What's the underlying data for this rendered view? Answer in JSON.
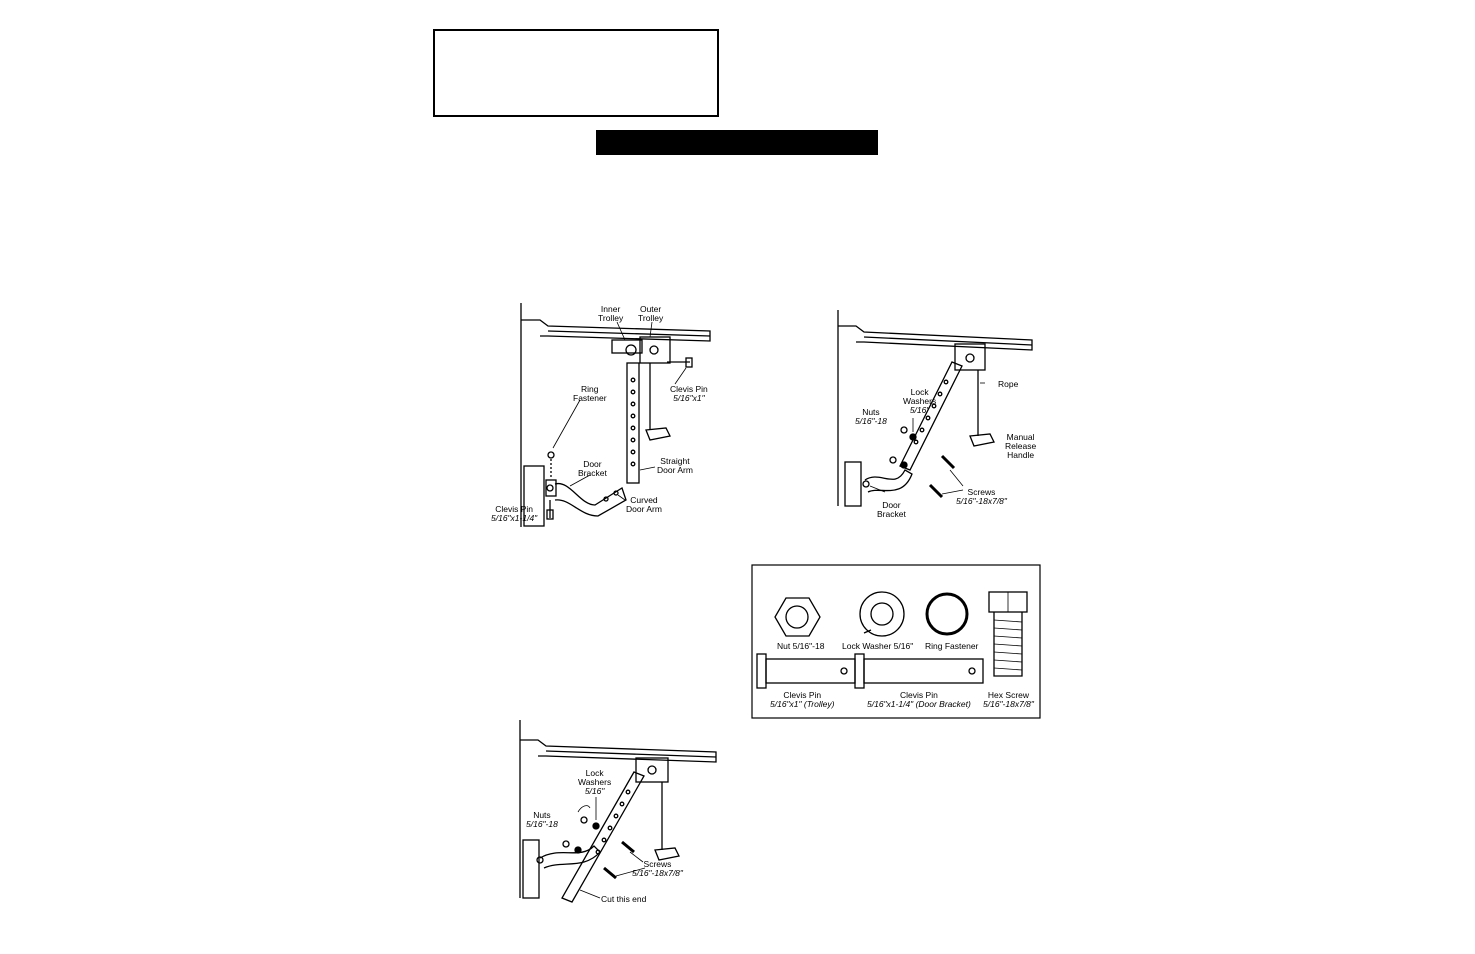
{
  "figure1": {
    "inner_trolley": [
      "Inner",
      "Trolley"
    ],
    "outer_trolley": [
      "Outer",
      "Trolley"
    ],
    "clevis_pin_top": "Clevis Pin",
    "clevis_pin_top_size": "5/16\"x1\"",
    "ring_fastener": [
      "Ring",
      "Fastener"
    ],
    "door_bracket": [
      "Door",
      "Bracket"
    ],
    "straight_door_arm": [
      "Straight",
      "Door Arm"
    ],
    "curved_door_arm": [
      "Curved",
      "Door Arm"
    ],
    "clevis_pin_bottom": "Clevis Pin",
    "clevis_pin_bottom_size": "5/16\"x1-1/4\""
  },
  "figure2": {
    "lock_washers": [
      "Lock",
      "Washers"
    ],
    "lock_washers_size": "5/16\"",
    "nuts": "Nuts",
    "nuts_size": "5/16\"-18",
    "rope": "Rope",
    "manual_release_handle": [
      "Manual",
      "Release",
      "Handle"
    ],
    "screws": "Screws",
    "screws_size": "5/16\"-18x7/8\"",
    "door_bracket": [
      "Door",
      "Bracket"
    ]
  },
  "hardware": {
    "nut": "Nut 5/16\"-18",
    "lock_washer": "Lock Washer 5/16\"",
    "ring_fastener": "Ring Fastener",
    "clevis_pin_trolley": [
      "Clevis Pin",
      "5/16\"x1\" (Trolley)"
    ],
    "clevis_pin_bracket": [
      "Clevis Pin",
      "5/16\"x1-1/4\" (Door Bracket)"
    ],
    "hex_screw": [
      "Hex Screw",
      "5/16\"-18x7/8\""
    ]
  },
  "figure3": {
    "lock_washers": [
      "Lock",
      "Washers"
    ],
    "lock_washers_size": "5/16\"",
    "nuts": "Nuts",
    "nuts_size": "5/16\"-18",
    "screws": "Screws",
    "screws_size": "5/16\"-18x7/8\"",
    "cut_this_end": "Cut this end"
  }
}
